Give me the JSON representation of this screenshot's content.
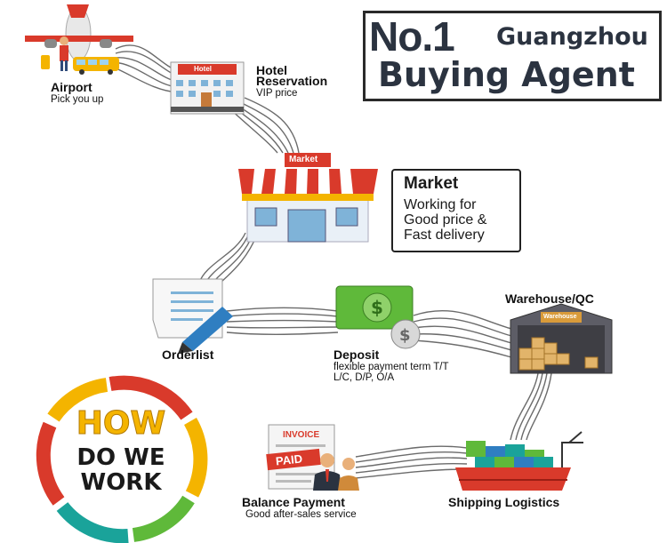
{
  "title": {
    "line1_main": "No.1",
    "line1_city": "Guangzhou",
    "line2": "Buying Agent"
  },
  "steps": {
    "airport": {
      "label": "Airport",
      "sub": "Pick you up"
    },
    "hotel": {
      "label_line1": "Hotel",
      "label_line2": "Reservation",
      "sub": "VIP price",
      "sign": "Hotel"
    },
    "market": {
      "sign": "Market",
      "box_title": "Market",
      "box_line1": "Working for",
      "box_line2": "Good price &",
      "box_line3": "Fast delivery"
    },
    "orderlist": {
      "label": "Orderlist"
    },
    "deposit": {
      "label": "Deposit",
      "sub_line1": "flexible payment term T/T",
      "sub_line2": "L/C, D/P, O/A"
    },
    "warehouse": {
      "label": "Warehouse/QC",
      "sign": "Warehouse"
    },
    "balance": {
      "label": "Balance Payment",
      "sub": "Good after-sales service",
      "invoice": "INVOICE",
      "paid": "PAID"
    },
    "shipping": {
      "label": "Shipping Logistics"
    }
  },
  "badge": {
    "line1": "HOW",
    "line2": "DO WE",
    "line3": "WORK"
  },
  "colors": {
    "navy": "#2b3340",
    "red": "#d93a2b",
    "yellow": "#f4b400",
    "green": "#5fb93a",
    "teal": "#1aa39a",
    "blue": "#2f7ec1",
    "cable": "#6b6b6b"
  }
}
